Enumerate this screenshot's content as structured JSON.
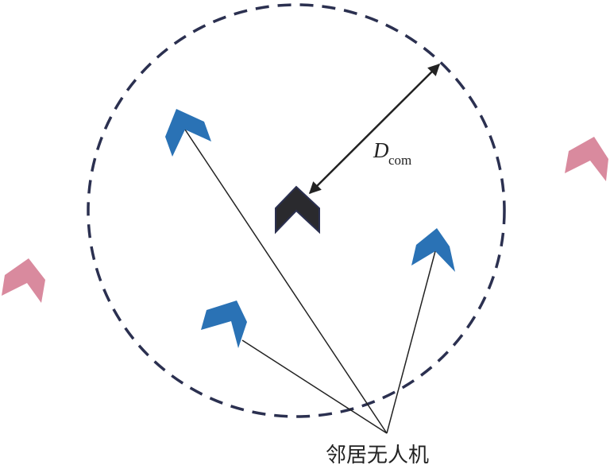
{
  "labels": {
    "distance_symbol": "D",
    "distance_subscript": "com",
    "neighbor_label": "邻居无人机"
  },
  "colors": {
    "circle": "#2b3050",
    "self_drone": "#2a2a2e",
    "neighbor_drone": "#2a72b5",
    "outside_drone": "#d98a9e",
    "lines": "#222222"
  }
}
